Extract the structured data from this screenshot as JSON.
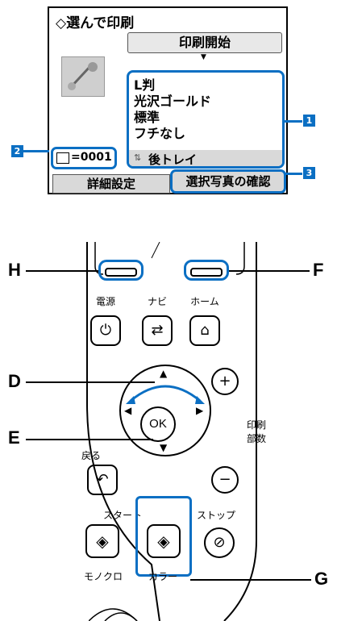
{
  "lcd": {
    "title": "選んで印刷",
    "print_start": "印刷開始",
    "settings": [
      "L判",
      "光沢ゴールド",
      "標準",
      "フチなし"
    ],
    "tray": "後トレイ",
    "copies": "=0001",
    "btn_detail": "詳細設定",
    "btn_confirm": "選択写真の確認"
  },
  "callouts": {
    "one": "1",
    "two": "2",
    "three": "3"
  },
  "letters": {
    "H": "H",
    "F": "F",
    "D": "D",
    "E": "E",
    "G": "G"
  },
  "panel": {
    "power": "電源",
    "navi": "ナビ",
    "home": "ホーム",
    "print_copies": "印刷\n部数",
    "back": "戻る",
    "start": "スタート",
    "stop": "ストップ",
    "mono": "モノクロ",
    "color": "カラー",
    "ok": "OK",
    "plus": "+",
    "minus": "−"
  },
  "colors": {
    "accent": "#0b6fc3"
  }
}
